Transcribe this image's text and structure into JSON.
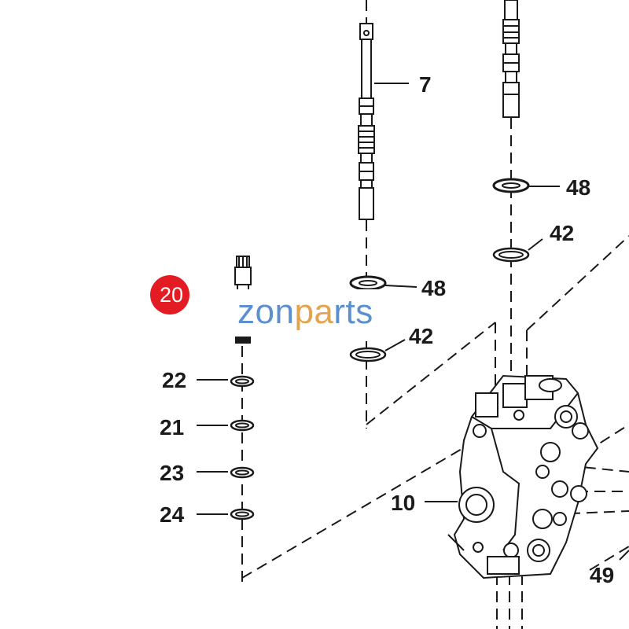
{
  "diagram": {
    "callouts": {
      "c7": "7",
      "c48_top": "48",
      "c42_top": "42",
      "c48_mid": "48",
      "c42_mid": "42",
      "c22": "22",
      "c21": "21",
      "c23": "23",
      "c24": "24",
      "c10": "10",
      "c49": "49"
    },
    "highlighted_part": "20",
    "watermark": {
      "part1": "zon",
      "part2": "pa",
      "part3": "rts"
    },
    "colors": {
      "line": "#1a1a1a",
      "badge": "#e31b23",
      "watermark_blue": "#5b8fcf",
      "watermark_orange": "#e3a451"
    }
  }
}
